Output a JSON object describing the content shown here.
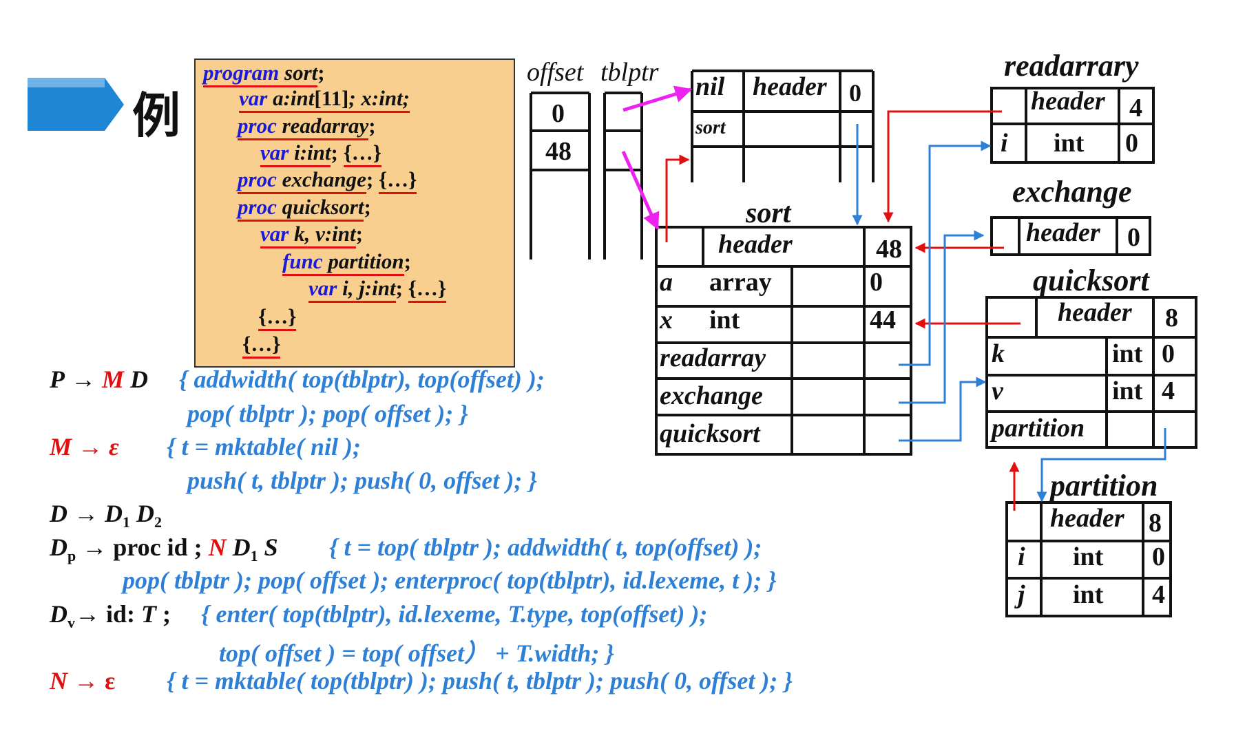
{
  "title": "例",
  "code_box": {
    "lines": [
      {
        "parts": [
          {
            "t": "program",
            "c": "kw",
            "ul": true
          },
          {
            "t": " sort",
            "c": "id",
            "ul": true
          },
          {
            "t": ";",
            "c": "pl"
          }
        ]
      },
      {
        "parts": [
          {
            "t": "var",
            "c": "kw",
            "ul": true
          },
          {
            "t": " a:int",
            "c": "id",
            "ul": true
          },
          {
            "t": "[11]",
            "c": "pl",
            "ul": true
          },
          {
            "t": "; x:int;",
            "c": "id",
            "ul": true
          }
        ]
      },
      {
        "parts": [
          {
            "t": "proc",
            "c": "kw",
            "ul": true
          },
          {
            "t": " readarray",
            "c": "id",
            "ul": true
          },
          {
            "t": ";",
            "c": "pl"
          }
        ]
      },
      {
        "parts": [
          {
            "t": "var",
            "c": "kw",
            "ul": true
          },
          {
            "t": " i:int",
            "c": "id",
            "ul": true
          },
          {
            "t": "; ",
            "c": "pl"
          },
          {
            "t": "{…}",
            "c": "pl",
            "ul": true
          }
        ]
      },
      {
        "parts": [
          {
            "t": "proc",
            "c": "kw",
            "ul": true
          },
          {
            "t": " exchange",
            "c": "id",
            "ul": true
          },
          {
            "t": "; ",
            "c": "pl"
          },
          {
            "t": "{…}",
            "c": "pl",
            "ul": true
          }
        ]
      },
      {
        "parts": [
          {
            "t": "proc",
            "c": "kw",
            "ul": true
          },
          {
            "t": " quicksort",
            "c": "id",
            "ul": true
          },
          {
            "t": ";",
            "c": "pl"
          }
        ]
      },
      {
        "parts": [
          {
            "t": "var",
            "c": "kw",
            "ul": true
          },
          {
            "t": " k, v:int",
            "c": "id",
            "ul": true
          },
          {
            "t": ";",
            "c": "pl"
          }
        ]
      },
      {
        "parts": [
          {
            "t": "func",
            "c": "kw",
            "ul": true
          },
          {
            "t": " partition",
            "c": "id",
            "ul": true
          },
          {
            "t": ";",
            "c": "pl"
          }
        ]
      },
      {
        "parts": [
          {
            "t": "var",
            "c": "kw",
            "ul": true
          },
          {
            "t": " i, j:int",
            "c": "id",
            "ul": true
          },
          {
            "t": "; ",
            "c": "pl"
          },
          {
            "t": "{…}",
            "c": "pl",
            "ul": true
          }
        ]
      },
      {
        "parts": [
          {
            "t": "{…}",
            "c": "pl",
            "ul": true
          }
        ]
      },
      {
        "parts": [
          {
            "t": "{…}",
            "c": "pl",
            "ul": true
          }
        ]
      }
    ]
  },
  "rules": [
    {
      "head": [
        {
          "t": "P",
          "c": "blk ital"
        },
        {
          "t": " → ",
          "c": "blk"
        },
        {
          "t": "M",
          "c": "red ital"
        },
        {
          "t": " D",
          "c": "blk ital"
        }
      ],
      "action": "{ addwidth( top(tblptr), top(offset) );",
      "cont": "pop( tblptr ); pop( offset ); }"
    },
    {
      "head": [
        {
          "t": "M",
          "c": "red ital"
        },
        {
          "t": " → ",
          "c": "red"
        },
        {
          "t": "ε",
          "c": "red ital"
        }
      ],
      "action": "{ t = mktable( nil );",
      "cont": "push( t, tblptr ); push( 0, offset ); }"
    },
    {
      "head": [
        {
          "t": "D",
          "c": "blk ital"
        },
        {
          "t": " → ",
          "c": "blk"
        },
        {
          "t": "D",
          "c": "blk ital"
        },
        {
          "t": "1",
          "c": "blk sub"
        },
        {
          "t": "  D",
          "c": "blk ital"
        },
        {
          "t": "2",
          "c": "blk sub"
        }
      ],
      "action": "",
      "cont": ""
    },
    {
      "head": [
        {
          "t": "D",
          "c": "blk ital"
        },
        {
          "t": "p",
          "c": "blk sub"
        },
        {
          "t": " → proc id ; ",
          "c": "blk"
        },
        {
          "t": "N",
          "c": "red ital"
        },
        {
          "t": " D",
          "c": "blk ital"
        },
        {
          "t": "1",
          "c": "blk sub"
        },
        {
          "t": " S",
          "c": "blk ital"
        }
      ],
      "action": "{ t = top( tblptr ); addwidth( t, top(offset) );",
      "cont": "pop( tblptr ); pop( offset ); enterproc( top(tblptr), id.lexeme, t ); }"
    },
    {
      "head": [
        {
          "t": "D",
          "c": "blk ital"
        },
        {
          "t": "v",
          "c": "blk sub"
        },
        {
          "t": "→ id: ",
          "c": "blk"
        },
        {
          "t": "T",
          "c": "blk ital"
        },
        {
          "t": " ;",
          "c": "blk"
        }
      ],
      "action": "{ enter( top(tblptr), id.lexeme, T.type, top(offset) );",
      "cont": "top( offset ) = top( offset） + T.width; }"
    },
    {
      "head": [
        {
          "t": "N",
          "c": "red ital"
        },
        {
          "t": " → ",
          "c": "red"
        },
        {
          "t": "ε",
          "c": "red"
        }
      ],
      "action": "{ t = mktable( top(tblptr) ); push( t, tblptr ); push( 0, offset ); }",
      "cont": ""
    }
  ],
  "stacks": {
    "offset_label": "offset",
    "tblptr_label": "tblptr",
    "offset_values": [
      "0",
      "48"
    ]
  },
  "tables": {
    "nil_table": {
      "cells": [
        "nil",
        "header",
        "0",
        "sort"
      ]
    },
    "sort": {
      "name": "sort",
      "header": "header",
      "width": "48",
      "rows": [
        [
          "a",
          "array",
          "0"
        ],
        [
          "x",
          "int",
          "44"
        ],
        [
          "readarray",
          "",
          ""
        ],
        [
          "exchange",
          "",
          ""
        ],
        [
          "quicksort",
          "",
          ""
        ]
      ]
    },
    "readarrary": {
      "name": "readarrary",
      "header": "header",
      "width": "4",
      "rows": [
        [
          "i",
          "int",
          "0"
        ]
      ]
    },
    "exchange": {
      "name": "exchange",
      "header": "header",
      "width": "0",
      "rows": []
    },
    "quicksort": {
      "name": "quicksort",
      "header": "header",
      "width": "8",
      "rows": [
        [
          "k",
          "int",
          "0"
        ],
        [
          "v",
          "int",
          "4"
        ],
        [
          "partition",
          "",
          ""
        ]
      ]
    },
    "partition": {
      "name": "partition",
      "header": "header",
      "width": "8",
      "rows": [
        [
          "i",
          "int",
          "0"
        ],
        [
          "j",
          "int",
          "4"
        ]
      ]
    }
  },
  "colors": {
    "pointer_red": "#e01010",
    "pointer_blue": "#2e7fd6",
    "pointer_magenta": "#ee22ee",
    "code_bg": "#f8cf8e",
    "keyword": "#1a1ad8",
    "action": "#2e7fd6",
    "banner": "#1f86d6"
  }
}
